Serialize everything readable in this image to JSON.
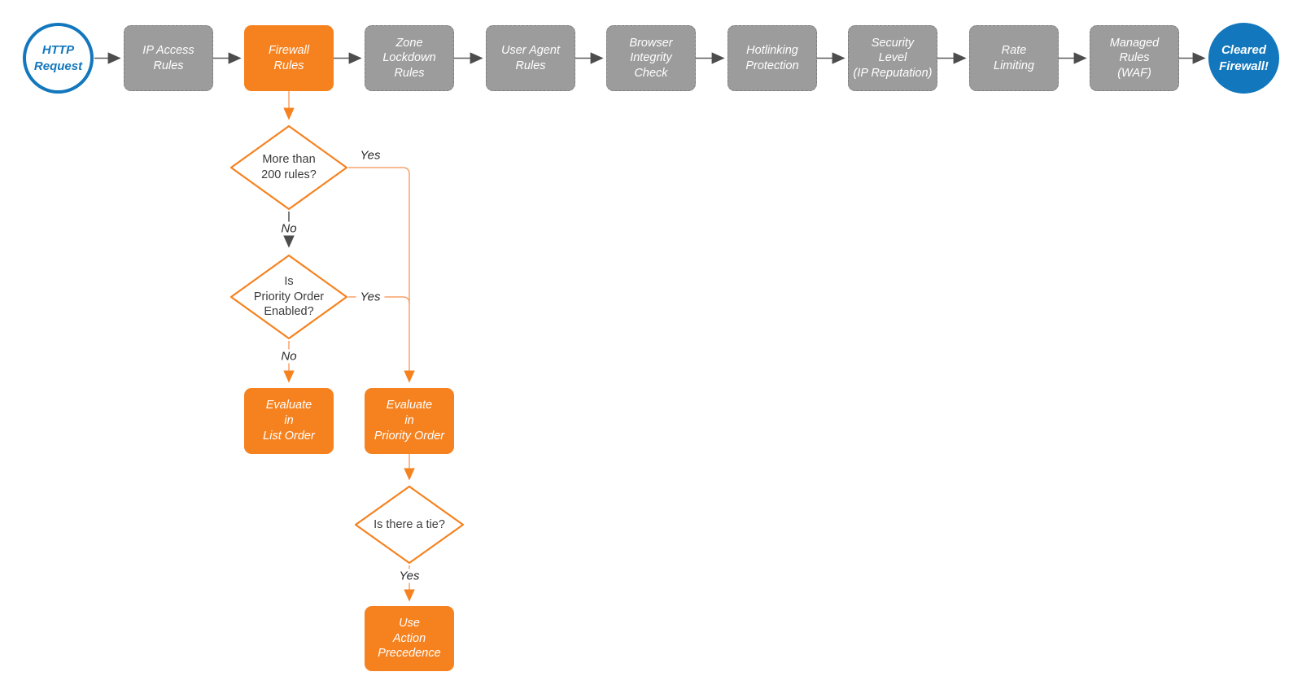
{
  "diagram_title": "HTTP request firewall evaluation flowchart",
  "colors": {
    "orange": "#F6821F",
    "orange_light_line": "#F8A269",
    "gray_box": "#9C9C9C",
    "gray_line": "#5A5A5A",
    "blue": "#1277BD",
    "diamond_text": "#3C3C3C",
    "box_text": "#FFFFFF"
  },
  "pipeline": [
    {
      "id": "http-request",
      "type": "start-circle",
      "label": "HTTP\nRequest"
    },
    {
      "id": "ip-access-rules",
      "type": "step",
      "label": "IP Access\nRules"
    },
    {
      "id": "firewall-rules",
      "type": "step-highlighted",
      "label": "Firewall\nRules"
    },
    {
      "id": "zone-lockdown-rules",
      "type": "step",
      "label": "Zone\nLockdown\nRules"
    },
    {
      "id": "user-agent-rules",
      "type": "step",
      "label": "User Agent\nRules"
    },
    {
      "id": "browser-integrity-check",
      "type": "step",
      "label": "Browser\nIntegrity\nCheck"
    },
    {
      "id": "hotlinking-protection",
      "type": "step",
      "label": "Hotlinking\nProtection"
    },
    {
      "id": "security-level",
      "type": "step",
      "label": "Security\nLevel\n(IP Reputation)"
    },
    {
      "id": "rate-limiting",
      "type": "step",
      "label": "Rate\nLimiting"
    },
    {
      "id": "managed-rules-waf",
      "type": "step",
      "label": "Managed\nRules\n(WAF)"
    },
    {
      "id": "cleared-firewall",
      "type": "end-circle",
      "label": "Cleared\nFirewall!"
    }
  ],
  "decisions": {
    "more_than_200": {
      "label": "More than\n200 rules?",
      "yes": "Yes",
      "no": "No"
    },
    "priority_enabled": {
      "label": "Is\nPriority Order\nEnabled?",
      "yes": "Yes",
      "no": "No"
    },
    "tie": {
      "label": "Is there a tie?",
      "yes": "Yes"
    }
  },
  "actions": {
    "list_order": {
      "label": "Evaluate\nin\nList Order"
    },
    "priority_order": {
      "label": "Evaluate\nin\nPriority Order"
    },
    "action_precedence": {
      "label": "Use\nAction\nPrecedence"
    }
  }
}
